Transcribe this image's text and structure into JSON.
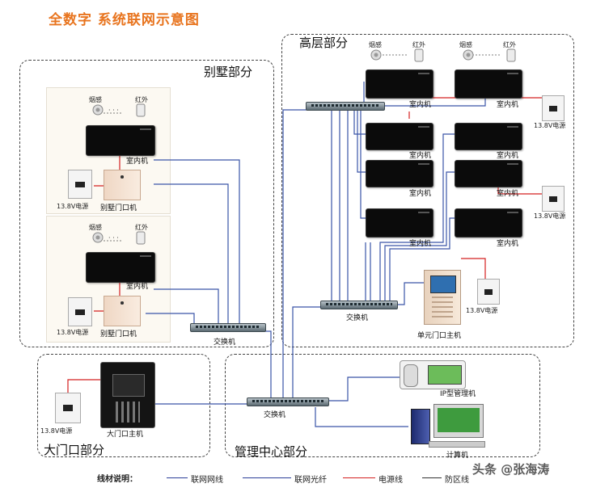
{
  "title": "全数字 系统联网示意图",
  "regions": {
    "high_rise": "高层部分",
    "villa": "别墅部分",
    "main_gate": "大门口部分",
    "management": "管理中心部分"
  },
  "labels": {
    "smoke": "烟感",
    "infrared": "红外",
    "dots": "· · ·",
    "indoor": "室内机",
    "villa_door": "别墅门口机",
    "power": "13.8V电源",
    "switch": "交换机",
    "unit_door": "单元门口主机",
    "gate_host": "大门口主机",
    "ip_manager": "IP型管理机",
    "computer": "计算机"
  },
  "legend": {
    "title": "线材说明：",
    "items": [
      {
        "label": "联网网线",
        "color": "#2c3f99"
      },
      {
        "label": "联网光纤",
        "color": "#2c3f99"
      },
      {
        "label": "电源线",
        "color": "#d42020"
      },
      {
        "label": "防区线",
        "color": "#333333"
      }
    ]
  },
  "watermark": "头条 @张海涛",
  "colors": {
    "net": "#3a55a8",
    "power": "#d42020",
    "title": "#e8741e"
  }
}
